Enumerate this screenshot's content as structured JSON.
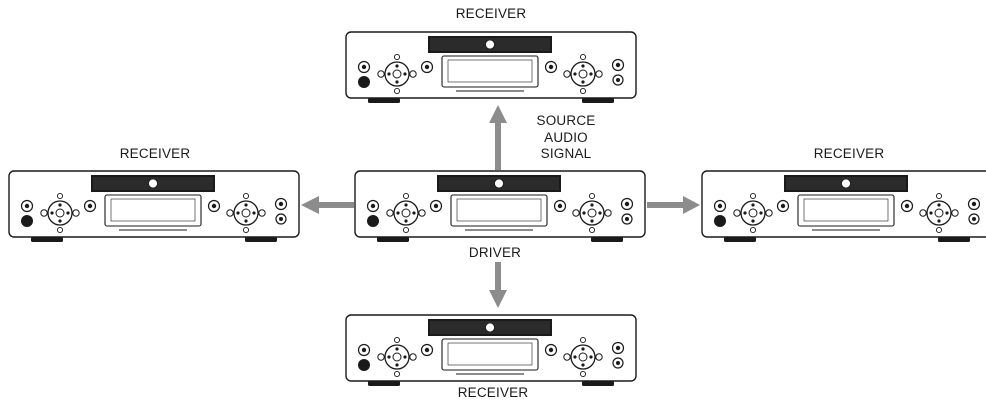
{
  "labels": {
    "receiver_top": "RECEIVER",
    "receiver_left": "RECEIVER",
    "receiver_right": "RECEIVER",
    "receiver_bottom": "RECEIVER",
    "driver": "DRIVER",
    "source_audio_signal": [
      "SOURCE",
      "AUDIO",
      "SIGNAL"
    ]
  },
  "units": [
    {
      "id": "top",
      "role": "receiver"
    },
    {
      "id": "left",
      "role": "receiver"
    },
    {
      "id": "center",
      "role": "driver"
    },
    {
      "id": "right",
      "role": "receiver"
    },
    {
      "id": "bottom",
      "role": "receiver"
    }
  ],
  "colors": {
    "outline": "#1a1a1a",
    "arrow": "#8c8c8c",
    "background": "#ffffff"
  }
}
